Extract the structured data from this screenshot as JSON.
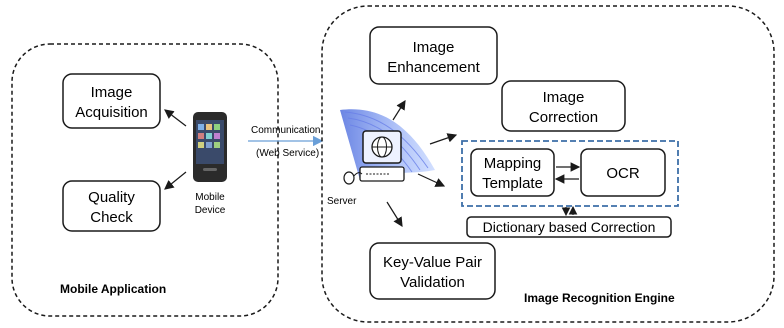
{
  "mobile_panel": {
    "label": "Mobile Application",
    "image_acquisition": [
      "Image",
      "Acquisition"
    ],
    "quality_check": [
      "Quality",
      "Check"
    ],
    "device_label": [
      "Mobile",
      "Device"
    ]
  },
  "link": {
    "communication": "Communication",
    "web_service": "(Web Service)"
  },
  "engine_panel": {
    "label": "Image Recognition Engine",
    "server_label": "Server",
    "image_enhancement": [
      "Image",
      "Enhancement"
    ],
    "image_correction": [
      "Image",
      "Correction"
    ],
    "mapping_template": [
      "Mapping",
      "Template"
    ],
    "ocr": "OCR",
    "dictionary_correction": "Dictionary based Correction",
    "key_value_validation": [
      "Key-Value Pair",
      "Validation"
    ]
  },
  "colors": {
    "dashed_blue": "#3d6fa8",
    "server_blue": "#4a6fd8",
    "device_dark": "#2b2b2b",
    "line": "#1a1a1a"
  }
}
